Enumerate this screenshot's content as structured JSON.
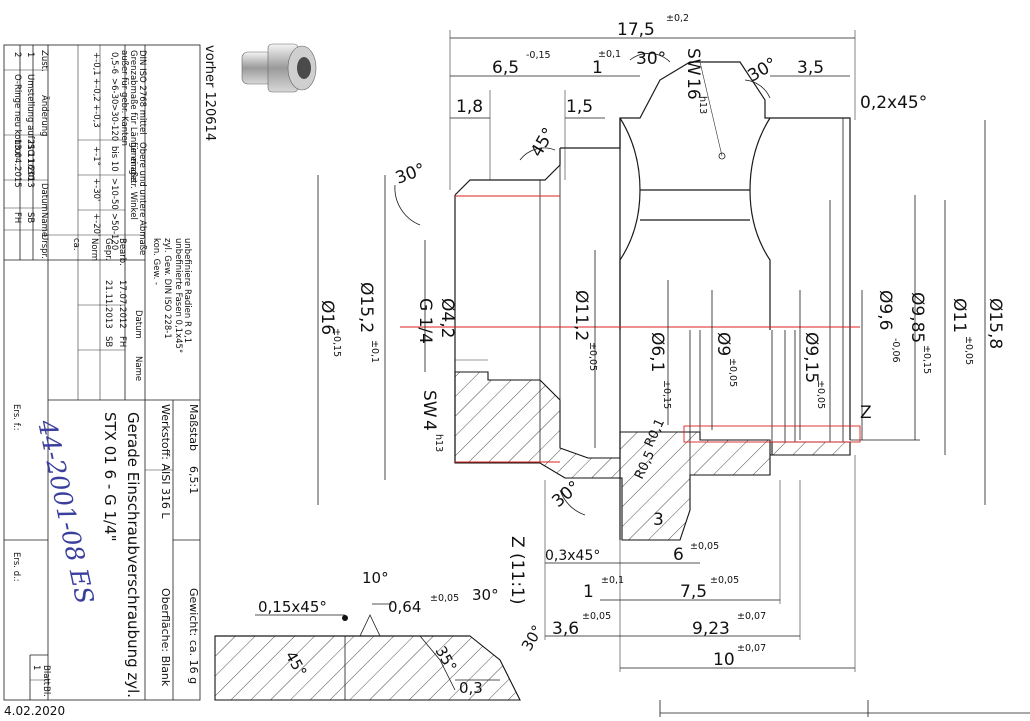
{
  "header": {
    "previous": "vorher 120614"
  },
  "revisions": [
    {
      "index": "2",
      "change": "O-Ringe neu kontur",
      "date": "13.04.2015",
      "name": "FH"
    },
    {
      "index": "1",
      "change": "Umstellung auf ISO 1630",
      "date": "21.11.2013",
      "name": "SB"
    }
  ],
  "revision_header": {
    "index": "Zust.",
    "change": "Änderung",
    "date": "Datum",
    "name": "Name",
    "origin": "Urspr."
  },
  "general_tolerances": {
    "standard": "DIN ISO 2768 mittel",
    "line2": "Grenzabmaße für Längenmaße",
    "line3": "außer für gebr. Kanten",
    "ranges": [
      "0,5-6",
      ">6-30",
      ">30-120"
    ],
    "deviations": [
      "+-0,1",
      "+-0,2",
      "+-0,3"
    ],
    "angle_title": "Obere und untere Abmaße",
    "angle_sub": "für eingetr. Winkel",
    "angle_ranges": [
      "bis 10",
      ">10-50",
      ">50-120"
    ],
    "angle_dev": [
      "+-1°",
      "+-30'",
      "+-20'"
    ]
  },
  "notes": {
    "radii": "unbefiniere Radien R 0,1",
    "edges": "unbefinierte Fasen 0,1x45°",
    "thread": "zyl. Gew. DIN ISO 228-1",
    "kon": "kon. Gew. -"
  },
  "signatures": {
    "date_label": "Datum",
    "name_label": "Name",
    "rows": [
      {
        "role": "Bearb.",
        "date": "17.07.2012",
        "name": "FH"
      },
      {
        "role": "Gepr.",
        "date": "21.11.2013",
        "name": "SB"
      },
      {
        "role": "Norm",
        "date": "",
        "name": ""
      }
    ],
    "extra": "ca."
  },
  "title_block": {
    "scale_label": "Maßstab",
    "scale": "6,5:1",
    "material": "Werkstoff: AISI 316 L",
    "title": "Gerade Einschraubverschraubung zyl.",
    "part": "STX 01  6 - G 1/4\"",
    "weight": "Gewicht: ca. 16 g",
    "surface": "Oberfläche: Blank",
    "drawing_no": "44-2001-08 ES",
    "ers_fuer": "Ers. f.:",
    "ers_durch": "Ers. d.:",
    "sheet_label": "Blatt",
    "sheet": "1",
    "bl": "Bl."
  },
  "footer_date": "4.02.2020",
  "dims": {
    "d17_5": "17,5",
    "t17_5": "±0,2",
    "d6_5": "6,5",
    "t6_5": "-0,15",
    "d1": "1",
    "t1": "±0,1",
    "a30": "30°",
    "sw16": "SW",
    "sw16b": "16",
    "sw16t": "h13",
    "d3_5": "3,5",
    "a30b": "30°",
    "d1_8": "1,8",
    "d1_5": "1,5",
    "a45": "45°",
    "ch02": "0,2x45°",
    "a30c": "30°",
    "phi16": "Ø16",
    "t16": "±0,15",
    "phi15_2": "Ø15,2",
    "t15_2": "±0,1",
    "g14": "G 1/4",
    "phi4_2": "Ø4,2",
    "sw4": "SW",
    "sw4b": "4",
    "sw4t": "h13",
    "phi11_2": "Ø11,2",
    "t11_2": "±0,05",
    "phi6_1": "Ø6,1",
    "t6_1": "±0,15",
    "phi9": "Ø9",
    "t9": "±0,05",
    "phi9_15": "Ø9,15",
    "t9_15": "±0,05",
    "phi9_6": "Ø9,6",
    "t9_6": "-0,06",
    "phi9_85": "Ø9,85",
    "t9_85": "±0,15",
    "phi11": "Ø11",
    "t11": "±0,05",
    "phi15_8": "Ø15,8",
    "z": "Z",
    "r01": "R0,1",
    "r05": "R0,5",
    "d3": "3",
    "a30d": "30°",
    "ch03": "0,3x45°",
    "d6": "6",
    "t6": "±0,05",
    "d1b": "1",
    "t1b": "±0,1",
    "d7_5": "7,5",
    "t7_5": "±0,05",
    "d3_6": "3,6",
    "t3_6": "±0,05",
    "d9_23": "9,23",
    "t9_23": "±0,07",
    "d10": "10",
    "t10": "±0,07",
    "zdet": "Z (11:1)",
    "a10": "10°",
    "ch015": "0,15x45°",
    "d0_64": "0,64",
    "t0_64": "±0,05",
    "a30e": "30°",
    "a45b": "45°",
    "a35": "35°",
    "a30f": "30°",
    "d0_3": "0,3"
  }
}
